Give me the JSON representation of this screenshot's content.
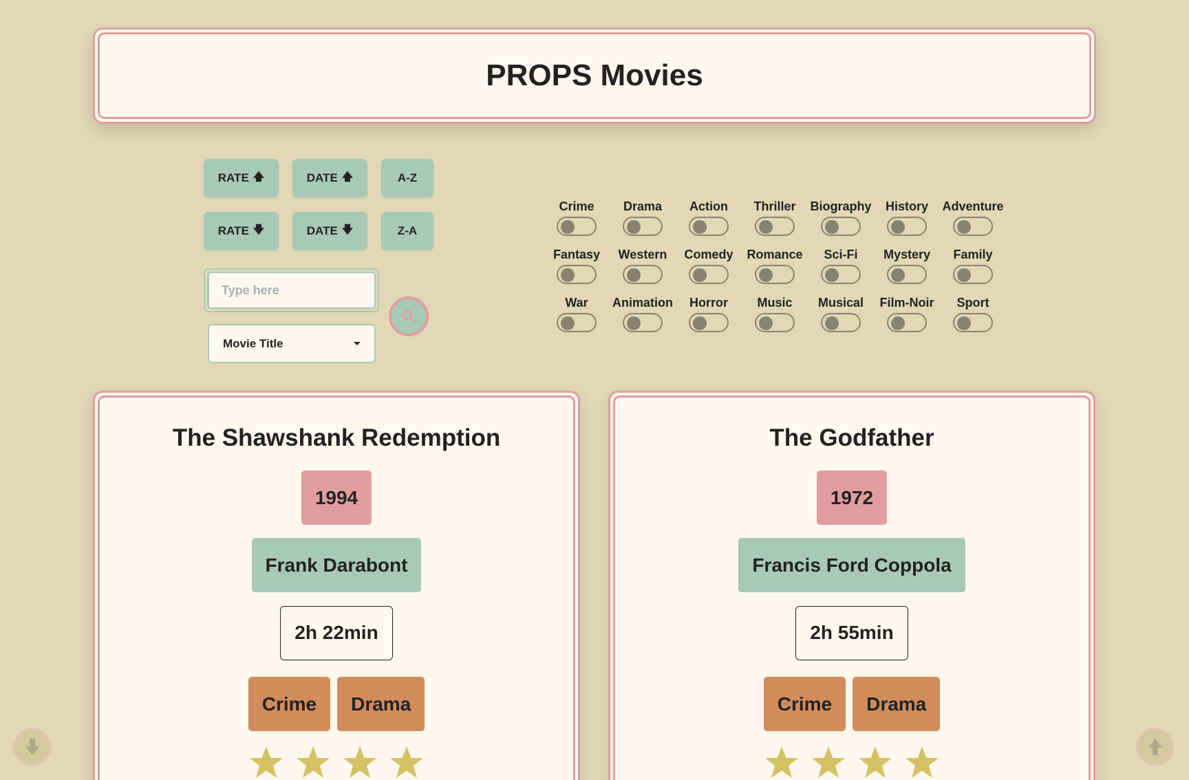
{
  "header": {
    "title": "PROPS Movies"
  },
  "sort_buttons": {
    "rate_up": "RATE",
    "date_up": "DATE",
    "az": "A-Z",
    "rate_down": "RATE",
    "date_down": "DATE",
    "za": "Z-A"
  },
  "search": {
    "placeholder": "Type here",
    "value": ""
  },
  "search_by": {
    "selected": "Movie Title"
  },
  "genres": [
    "Crime",
    "Drama",
    "Action",
    "Thriller",
    "Biography",
    "History",
    "Adventure",
    "Fantasy",
    "Western",
    "Comedy",
    "Romance",
    "Sci-Fi",
    "Mystery",
    "Family",
    "War",
    "Animation",
    "Horror",
    "Music",
    "Musical",
    "Film-Noir",
    "Sport"
  ],
  "movies": [
    {
      "title": "The Shawshank Redemption",
      "year": "1994",
      "director": "Frank Darabont",
      "runtime": "2h 22min",
      "genres": [
        "Crime",
        "Drama"
      ],
      "stars_visible": 4
    },
    {
      "title": "The Godfather",
      "year": "1972",
      "director": "Francis Ford Coppola",
      "runtime": "2h 55min",
      "genres": [
        "Crime",
        "Drama"
      ],
      "stars_visible": 4
    }
  ],
  "colors": {
    "background": "#e2d8b6",
    "card": "#fff8ee",
    "accent_pink": "#e29e9e",
    "accent_green": "#a9c9b7",
    "genre_orange": "#d28c5b",
    "star": "#d4c264"
  }
}
